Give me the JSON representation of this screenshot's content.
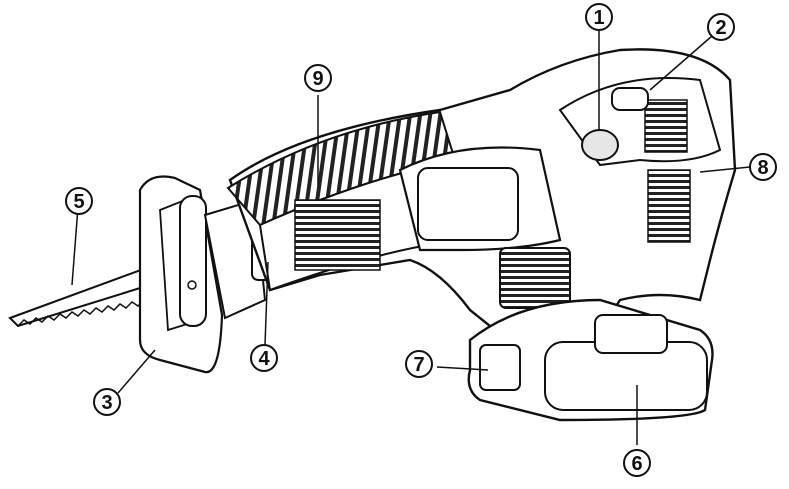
{
  "callouts": [
    {
      "id": "1",
      "label": "1"
    },
    {
      "id": "2",
      "label": "2"
    },
    {
      "id": "3",
      "label": "3"
    },
    {
      "id": "4",
      "label": "4"
    },
    {
      "id": "5",
      "label": "5"
    },
    {
      "id": "6",
      "label": "6"
    },
    {
      "id": "7",
      "label": "7"
    },
    {
      "id": "8",
      "label": "8"
    },
    {
      "id": "9",
      "label": "9"
    }
  ],
  "colors": {
    "line": "#111111",
    "fill": "#ffffff",
    "shade": "#e6e6e6",
    "grip": "#333333"
  }
}
